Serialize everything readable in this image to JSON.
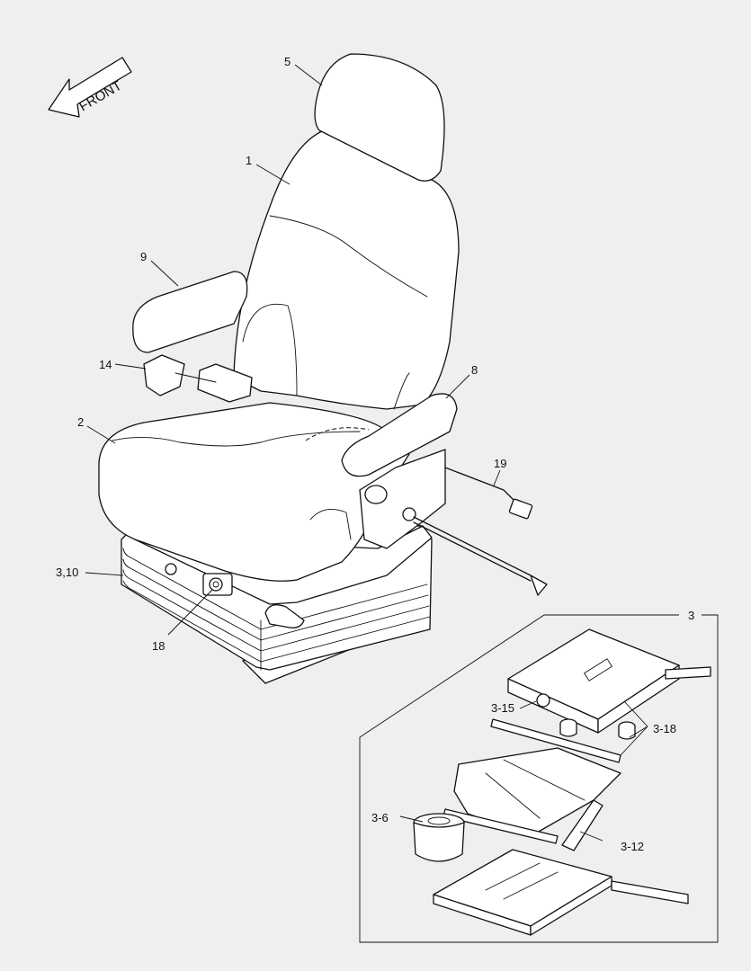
{
  "direction_label": "FRONT",
  "callouts": [
    {
      "id": "c5",
      "label": "5"
    },
    {
      "id": "c1",
      "label": "1"
    },
    {
      "id": "c9",
      "label": "9"
    },
    {
      "id": "c14",
      "label": "14"
    },
    {
      "id": "c8",
      "label": "8"
    },
    {
      "id": "c2",
      "label": "2"
    },
    {
      "id": "c19",
      "label": "19"
    },
    {
      "id": "c310",
      "label": "3,10"
    },
    {
      "id": "c18",
      "label": "18"
    },
    {
      "id": "c3",
      "label": "3"
    },
    {
      "id": "c315",
      "label": "3-15"
    },
    {
      "id": "c318",
      "label": "3-18"
    },
    {
      "id": "c36",
      "label": "3-6"
    },
    {
      "id": "c312",
      "label": "3-12"
    }
  ]
}
